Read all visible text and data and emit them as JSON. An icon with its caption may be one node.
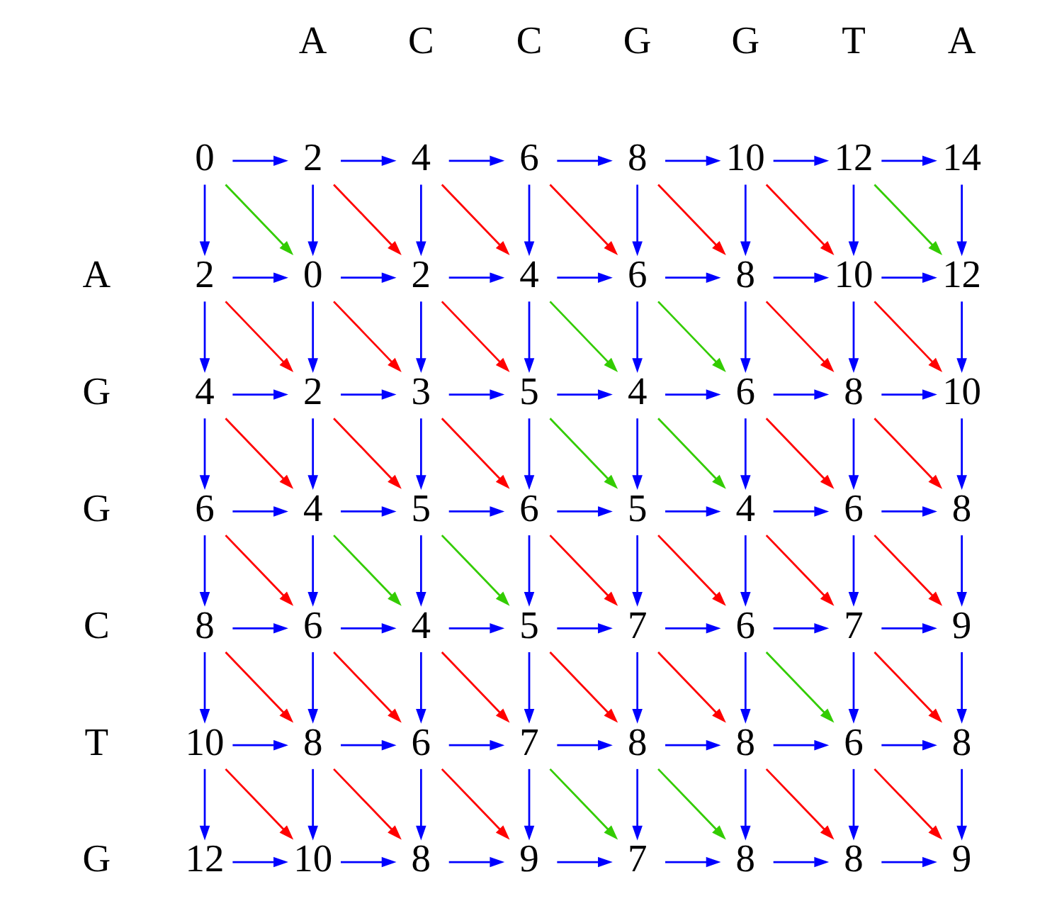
{
  "diagram": {
    "nodes": [
      {
        "text": [
          "0"
        ]
      },
      {
        "text": [
          "2"
        ]
      },
      {
        "text": [
          "4"
        ]
      },
      {
        "text": [
          "6"
        ]
      },
      {
        "text": [
          "8"
        ]
      },
      {
        "text": [
          "10"
        ]
      },
      {
        "text": [
          "12"
        ]
      },
      {
        "text": [
          "14"
        ]
      },
      {
        "text": [
          "2"
        ]
      },
      {
        "text": [
          "0"
        ]
      },
      {
        "text": [
          "2"
        ]
      },
      {
        "text": [
          "4"
        ]
      },
      {
        "text": [
          "6"
        ]
      },
      {
        "text": [
          "8"
        ]
      },
      {
        "text": [
          "10"
        ]
      },
      {
        "text": [
          "12"
        ]
      },
      {
        "text": [
          "4"
        ]
      },
      {
        "text": [
          "2"
        ]
      },
      {
        "text": [
          "3"
        ]
      },
      {
        "text": [
          "5"
        ]
      },
      {
        "text": [
          "4"
        ]
      },
      {
        "text": [
          "6"
        ]
      },
      {
        "text": [
          "8"
        ]
      },
      {
        "text": [
          "10"
        ]
      },
      {
        "text": [
          "6"
        ]
      },
      {
        "text": [
          "4"
        ]
      },
      {
        "text": [
          "5"
        ]
      },
      {
        "text": [
          "6"
        ]
      },
      {
        "text": [
          "5"
        ]
      },
      {
        "text": [
          "4"
        ]
      },
      {
        "text": [
          "6"
        ]
      },
      {
        "text": [
          "8"
        ]
      },
      {
        "text": [
          "8"
        ]
      },
      {
        "text": [
          "6"
        ]
      },
      {
        "text": [
          "4"
        ]
      },
      {
        "text": [
          "5"
        ]
      },
      {
        "text": [
          "7"
        ]
      },
      {
        "text": [
          "6"
        ]
      },
      {
        "text": [
          "7"
        ]
      },
      {
        "text": [
          "9"
        ]
      },
      {
        "text": [
          "10"
        ]
      },
      {
        "text": [
          "8"
        ]
      },
      {
        "text": [
          "6"
        ]
      },
      {
        "text": [
          "7"
        ]
      },
      {
        "text": [
          "8"
        ]
      },
      {
        "text": [
          "8"
        ]
      },
      {
        "text": [
          "6"
        ]
      },
      {
        "text": [
          "8"
        ]
      },
      {
        "text": [
          "12"
        ]
      },
      {
        "text": [
          "10"
        ]
      },
      {
        "text": [
          "8"
        ]
      },
      {
        "text": [
          "9"
        ]
      },
      {
        "text": [
          "7"
        ]
      },
      {
        "text": [
          "8"
        ]
      },
      {
        "text": [
          "8"
        ]
      },
      {
        "text": [
          "9"
        ]
      }
    ],
    "edges": [
      {
        "from": 0,
        "to": 1,
        "arrow": "to"
      },
      {
        "from": 1,
        "to": 2,
        "arrow": "to"
      },
      {
        "from": 2,
        "to": 3,
        "arrow": "to"
      },
      {
        "from": 3,
        "to": 4,
        "arrow": "to"
      },
      {
        "from": 4,
        "to": 5,
        "arrow": "to"
      },
      {
        "from": 5,
        "to": 6,
        "arrow": "to"
      },
      {
        "from": 6,
        "to": 7,
        "arrow": "to"
      },
      {
        "from": 0,
        "to": 8,
        "arrow": "to"
      },
      {
        "from": 1,
        "to": 9,
        "arrow": "to"
      },
      {
        "from": 2,
        "to": 10,
        "arrow": "to"
      },
      {
        "from": 3,
        "to": 11,
        "arrow": "to"
      },
      {
        "from": 4,
        "to": 12,
        "arrow": "to"
      },
      {
        "from": 5,
        "to": 13,
        "arrow": "to"
      },
      {
        "from": 6,
        "to": 14,
        "arrow": "to"
      },
      {
        "from": 7,
        "to": 15,
        "arrow": "to"
      },
      {
        "from": 0,
        "to": 9,
        "arrow": "to",
        "color": "#33cc00"
      },
      {
        "from": 1,
        "to": 10,
        "arrow": "to",
        "color": "#ff0000"
      },
      {
        "from": 2,
        "to": 11,
        "arrow": "to",
        "color": "#ff0000"
      },
      {
        "from": 3,
        "to": 12,
        "arrow": "to",
        "color": "#ff0000"
      },
      {
        "from": 4,
        "to": 13,
        "arrow": "to",
        "color": "#ff0000"
      },
      {
        "from": 5,
        "to": 14,
        "arrow": "to",
        "color": "#ff0000"
      },
      {
        "from": 6,
        "to": 15,
        "arrow": "to",
        "color": "#33cc00"
      },
      {
        "from": 8,
        "to": 9,
        "arrow": "to"
      },
      {
        "from": 9,
        "to": 10,
        "arrow": "to"
      },
      {
        "from": 10,
        "to": 11,
        "arrow": "to"
      },
      {
        "from": 11,
        "to": 12,
        "arrow": "to"
      },
      {
        "from": 12,
        "to": 13,
        "arrow": "to"
      },
      {
        "from": 13,
        "to": 14,
        "arrow": "to"
      },
      {
        "from": 14,
        "to": 15,
        "arrow": "to"
      },
      {
        "from": 8,
        "to": 16,
        "arrow": "to"
      },
      {
        "from": 9,
        "to": 17,
        "arrow": "to"
      },
      {
        "from": 10,
        "to": 18,
        "arrow": "to"
      },
      {
        "from": 11,
        "to": 19,
        "arrow": "to"
      },
      {
        "from": 12,
        "to": 20,
        "arrow": "to"
      },
      {
        "from": 13,
        "to": 21,
        "arrow": "to"
      },
      {
        "from": 14,
        "to": 22,
        "arrow": "to"
      },
      {
        "from": 15,
        "to": 23,
        "arrow": "to"
      },
      {
        "from": 8,
        "to": 17,
        "arrow": "to",
        "color": "#ff0000"
      },
      {
        "from": 9,
        "to": 18,
        "arrow": "to",
        "color": "#ff0000"
      },
      {
        "from": 10,
        "to": 19,
        "arrow": "to",
        "color": "#ff0000"
      },
      {
        "from": 11,
        "to": 20,
        "arrow": "to",
        "color": "#33cc00"
      },
      {
        "from": 12,
        "to": 21,
        "arrow": "to",
        "color": "#33cc00"
      },
      {
        "from": 13,
        "to": 22,
        "arrow": "to",
        "color": "#ff0000"
      },
      {
        "from": 14,
        "to": 23,
        "arrow": "to",
        "color": "#ff0000"
      },
      {
        "from": 16,
        "to": 17,
        "arrow": "to"
      },
      {
        "from": 17,
        "to": 18,
        "arrow": "to"
      },
      {
        "from": 18,
        "to": 19,
        "arrow": "to"
      },
      {
        "from": 19,
        "to": 20,
        "arrow": "to"
      },
      {
        "from": 20,
        "to": 21,
        "arrow": "to"
      },
      {
        "from": 21,
        "to": 22,
        "arrow": "to"
      },
      {
        "from": 22,
        "to": 23,
        "arrow": "to"
      },
      {
        "from": 16,
        "to": 24,
        "arrow": "to"
      },
      {
        "from": 17,
        "to": 25,
        "arrow": "to"
      },
      {
        "from": 18,
        "to": 26,
        "arrow": "to"
      },
      {
        "from": 19,
        "to": 27,
        "arrow": "to"
      },
      {
        "from": 20,
        "to": 28,
        "arrow": "to"
      },
      {
        "from": 21,
        "to": 29,
        "arrow": "to"
      },
      {
        "from": 22,
        "to": 30,
        "arrow": "to"
      },
      {
        "from": 23,
        "to": 31,
        "arrow": "to"
      },
      {
        "from": 16,
        "to": 25,
        "arrow": "to",
        "color": "#ff0000"
      },
      {
        "from": 17,
        "to": 26,
        "arrow": "to",
        "color": "#ff0000"
      },
      {
        "from": 18,
        "to": 27,
        "arrow": "to",
        "color": "#ff0000"
      },
      {
        "from": 19,
        "to": 28,
        "arrow": "to",
        "color": "#33cc00"
      },
      {
        "from": 20,
        "to": 29,
        "arrow": "to",
        "color": "#33cc00"
      },
      {
        "from": 21,
        "to": 30,
        "arrow": "to",
        "color": "#ff0000"
      },
      {
        "from": 22,
        "to": 31,
        "arrow": "to",
        "color": "#ff0000"
      },
      {
        "from": 24,
        "to": 25,
        "arrow": "to"
      },
      {
        "from": 25,
        "to": 26,
        "arrow": "to"
      },
      {
        "from": 26,
        "to": 27,
        "arrow": "to"
      },
      {
        "from": 27,
        "to": 28,
        "arrow": "to"
      },
      {
        "from": 28,
        "to": 29,
        "arrow": "to"
      },
      {
        "from": 29,
        "to": 30,
        "arrow": "to"
      },
      {
        "from": 30,
        "to": 31,
        "arrow": "to"
      },
      {
        "from": 24,
        "to": 32,
        "arrow": "to"
      },
      {
        "from": 25,
        "to": 33,
        "arrow": "to"
      },
      {
        "from": 26,
        "to": 34,
        "arrow": "to"
      },
      {
        "from": 27,
        "to": 35,
        "arrow": "to"
      },
      {
        "from": 28,
        "to": 36,
        "arrow": "to"
      },
      {
        "from": 29,
        "to": 37,
        "arrow": "to"
      },
      {
        "from": 30,
        "to": 38,
        "arrow": "to"
      },
      {
        "from": 31,
        "to": 39,
        "arrow": "to"
      },
      {
        "from": 24,
        "to": 33,
        "arrow": "to",
        "color": "#ff0000"
      },
      {
        "from": 25,
        "to": 34,
        "arrow": "to",
        "color": "#33cc00"
      },
      {
        "from": 26,
        "to": 35,
        "arrow": "to",
        "color": "#33cc00"
      },
      {
        "from": 27,
        "to": 36,
        "arrow": "to",
        "color": "#ff0000"
      },
      {
        "from": 28,
        "to": 37,
        "arrow": "to",
        "color": "#ff0000"
      },
      {
        "from": 29,
        "to": 38,
        "arrow": "to",
        "color": "#ff0000"
      },
      {
        "from": 30,
        "to": 39,
        "arrow": "to",
        "color": "#ff0000"
      },
      {
        "from": 32,
        "to": 33,
        "arrow": "to"
      },
      {
        "from": 33,
        "to": 34,
        "arrow": "to"
      },
      {
        "from": 34,
        "to": 35,
        "arrow": "to"
      },
      {
        "from": 35,
        "to": 36,
        "arrow": "to"
      },
      {
        "from": 36,
        "to": 37,
        "arrow": "to"
      },
      {
        "from": 37,
        "to": 38,
        "arrow": "to"
      },
      {
        "from": 38,
        "to": 39,
        "arrow": "to"
      },
      {
        "from": 32,
        "to": 40,
        "arrow": "to"
      },
      {
        "from": 33,
        "to": 41,
        "arrow": "to"
      },
      {
        "from": 34,
        "to": 42,
        "arrow": "to"
      },
      {
        "from": 35,
        "to": 43,
        "arrow": "to"
      },
      {
        "from": 36,
        "to": 44,
        "arrow": "to"
      },
      {
        "from": 37,
        "to": 45,
        "arrow": "to"
      },
      {
        "from": 38,
        "to": 46,
        "arrow": "to"
      },
      {
        "from": 39,
        "to": 47,
        "arrow": "to"
      },
      {
        "from": 32,
        "to": 41,
        "arrow": "to",
        "color": "#ff0000"
      },
      {
        "from": 33,
        "to": 42,
        "arrow": "to",
        "color": "#ff0000"
      },
      {
        "from": 34,
        "to": 43,
        "arrow": "to",
        "color": "#ff0000"
      },
      {
        "from": 35,
        "to": 44,
        "arrow": "to",
        "color": "#ff0000"
      },
      {
        "from": 36,
        "to": 45,
        "arrow": "to",
        "color": "#ff0000"
      },
      {
        "from": 37,
        "to": 46,
        "arrow": "to",
        "color": "#33cc00"
      },
      {
        "from": 38,
        "to": 47,
        "arrow": "to",
        "color": "#ff0000"
      },
      {
        "from": 40,
        "to": 41,
        "arrow": "to"
      },
      {
        "from": 41,
        "to": 42,
        "arrow": "to"
      },
      {
        "from": 42,
        "to": 43,
        "arrow": "to"
      },
      {
        "from": 43,
        "to": 44,
        "arrow": "to"
      },
      {
        "from": 44,
        "to": 45,
        "arrow": "to"
      },
      {
        "from": 45,
        "to": 46,
        "arrow": "to"
      },
      {
        "from": 46,
        "to": 47,
        "arrow": "to"
      },
      {
        "from": 40,
        "to": 48,
        "arrow": "to"
      },
      {
        "from": 41,
        "to": 49,
        "arrow": "to"
      },
      {
        "from": 42,
        "to": 50,
        "arrow": "to"
      },
      {
        "from": 43,
        "to": 51,
        "arrow": "to"
      },
      {
        "from": 44,
        "to": 52,
        "arrow": "to"
      },
      {
        "from": 45,
        "to": 53,
        "arrow": "to"
      },
      {
        "from": 46,
        "to": 54,
        "arrow": "to"
      },
      {
        "from": 47,
        "to": 55,
        "arrow": "to"
      },
      {
        "from": 40,
        "to": 49,
        "arrow": "to",
        "color": "#ff0000"
      },
      {
        "from": 41,
        "to": 50,
        "arrow": "to",
        "color": "#ff0000"
      },
      {
        "from": 42,
        "to": 51,
        "arrow": "to",
        "color": "#ff0000"
      },
      {
        "from": 43,
        "to": 52,
        "arrow": "to",
        "color": "#33cc00"
      },
      {
        "from": 44,
        "to": 53,
        "arrow": "to",
        "color": "#33cc00"
      },
      {
        "from": 45,
        "to": 54,
        "arrow": "to",
        "color": "#ff0000"
      },
      {
        "from": 46,
        "to": 55,
        "arrow": "to",
        "color": "#ff0000"
      },
      {
        "from": 48,
        "to": 49,
        "arrow": "to"
      },
      {
        "from": 49,
        "to": 50,
        "arrow": "to"
      },
      {
        "from": 50,
        "to": 51,
        "arrow": "to"
      },
      {
        "from": 51,
        "to": 52,
        "arrow": "to"
      },
      {
        "from": 52,
        "to": 53,
        "arrow": "to"
      },
      {
        "from": 53,
        "to": 54,
        "arrow": "to"
      },
      {
        "from": 54,
        "to": 55,
        "arrow": "to"
      }
    ],
    "labels": [
      "A",
      "C",
      "C",
      "G",
      "G",
      "T",
      "A",
      "A",
      "G",
      "G",
      "C",
      "T",
      "G"
    ]
  }
}
